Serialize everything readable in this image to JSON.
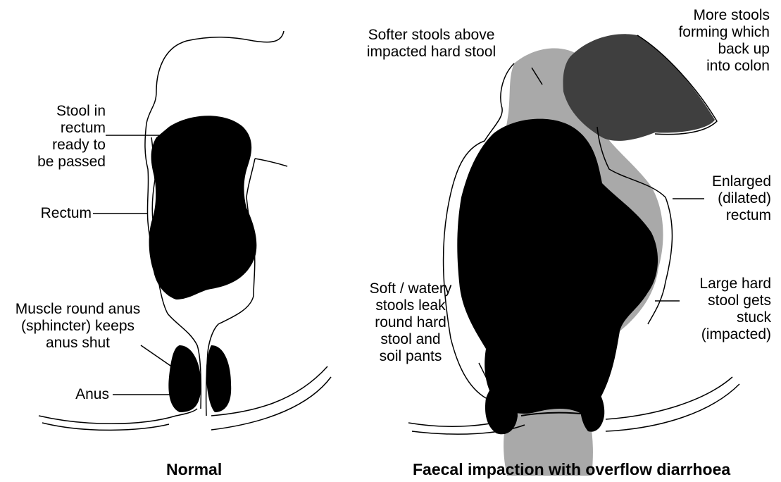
{
  "normal": {
    "caption": "Normal",
    "labels": {
      "stool": "Stool in\nrectum\nready to\nbe passed",
      "rectum": "Rectum",
      "muscle": "Muscle round anus\n(sphincter) keeps\nanus shut",
      "anus": "Anus"
    }
  },
  "impaction": {
    "caption": "Faecal impaction with overflow diarrhoea",
    "labels": {
      "softer": "Softer stools above\nimpacted hard stool",
      "more": "More stools\nforming which\nback up\ninto colon",
      "enlarged": "Enlarged\n(dilated)\nrectum",
      "soft_watery": "Soft / watery\nstools leak\nround hard\nstool and\nsoil   pants",
      "large_hard": "Large hard\nstool gets\nstuck\n(impacted)"
    }
  },
  "colors": {
    "stool": "#000000",
    "soft_stool": "#a9a9a9",
    "more_stool": "#3f3f3f",
    "outline": "#000000",
    "background": "#ffffff"
  }
}
